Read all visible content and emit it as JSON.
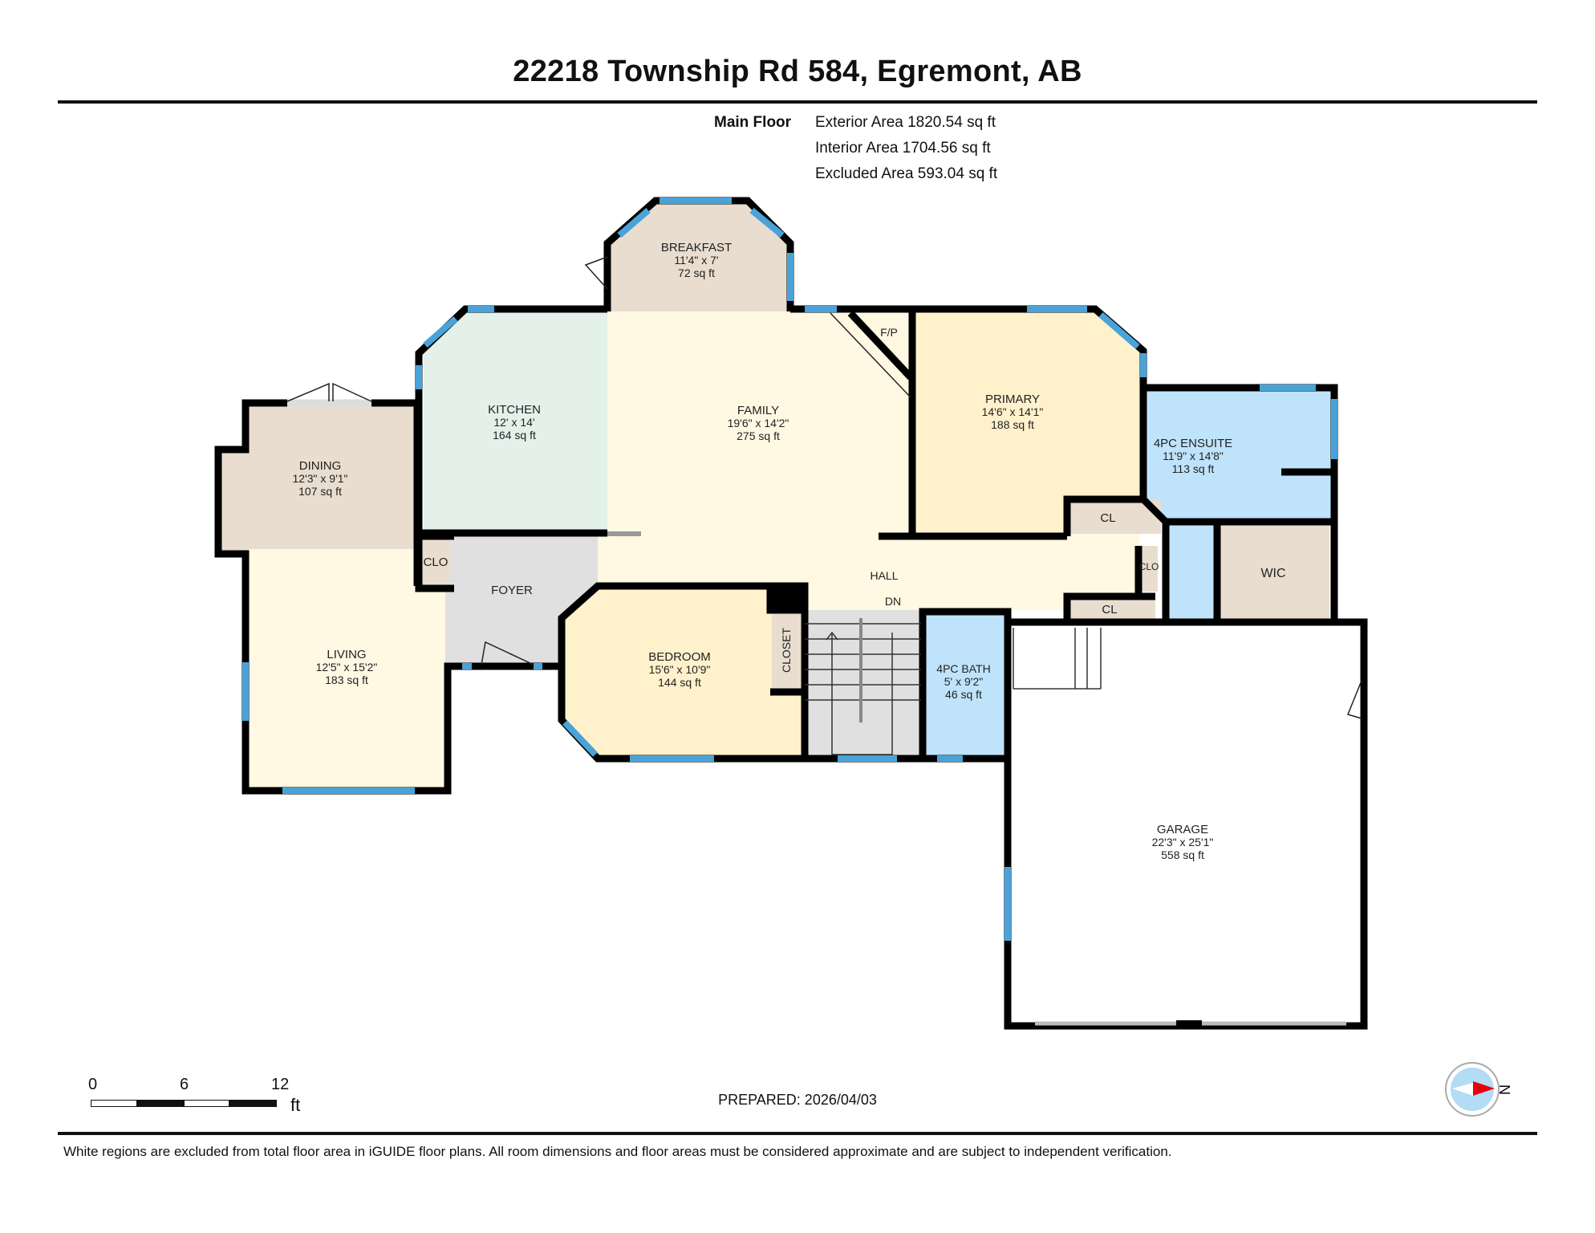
{
  "header": {
    "title": "22218 Township Rd 584, Egremont, AB"
  },
  "summary": {
    "floor_label": "Main Floor",
    "exterior_area": "Exterior Area 1820.54 sq ft",
    "interior_area": "Interior Area 1704.56 sq ft",
    "excluded_area": "Excluded Area 593.04 sq ft"
  },
  "rooms": {
    "breakfast": {
      "name": "BREAKFAST",
      "dims": "11'4\" x 7'",
      "area": "72 sq ft"
    },
    "kitchen": {
      "name": "KITCHEN",
      "dims": "12' x 14'",
      "area": "164 sq ft"
    },
    "family": {
      "name": "FAMILY",
      "dims": "19'6\" x 14'2\"",
      "area": "275 sq ft"
    },
    "fireplace": {
      "name": "F/P"
    },
    "primary": {
      "name": "PRIMARY",
      "dims": "14'6\" x 14'1\"",
      "area": "188 sq ft"
    },
    "ensuite": {
      "name": "4PC ENSUITE",
      "dims": "11'9\" x 14'8\"",
      "area": "113 sq ft"
    },
    "dining": {
      "name": "DINING",
      "dims": "12'3\" x 9'1\"",
      "area": "107 sq ft"
    },
    "living": {
      "name": "LIVING",
      "dims": "12'5\" x 15'2\"",
      "area": "183 sq ft"
    },
    "foyer_closet": {
      "name": "CLO"
    },
    "foyer": {
      "name": "FOYER"
    },
    "hall": {
      "name": "HALL"
    },
    "stairs": {
      "name": "DN"
    },
    "bedroom": {
      "name": "BEDROOM",
      "dims": "15'6\" x 10'9\"",
      "area": "144 sq ft"
    },
    "bedroom_closet": {
      "name": "CLOSET"
    },
    "bath": {
      "name": "4PC BATH",
      "dims": "5' x 9'2\"",
      "area": "46 sq ft"
    },
    "closet_upper": {
      "name": "CL"
    },
    "closet_mid": {
      "name": "CLO"
    },
    "closet_lower": {
      "name": "CL"
    },
    "wic": {
      "name": "WIC"
    },
    "garage": {
      "name": "GARAGE",
      "dims": "22'3\" x 25'1\"",
      "area": "558 sq ft"
    }
  },
  "colors": {
    "wall": "#000000",
    "window": "#4aa3d8",
    "breakfast_fill": "#e8ddcf",
    "kitchen_fill": "#e3f1ea",
    "family_fill": "#fff8e3",
    "primary_fill": "#fff1cc",
    "bath_fill": "#bfe3fb",
    "dining_fill": "#e8ddcf",
    "foyer_fill": "#e0e0e0",
    "closet_fill": "#e8ddcf",
    "compass_needle": "#e8000b",
    "compass_bg": "#b3dcf5"
  },
  "scale_bar": {
    "ticks": [
      "0",
      "6",
      "12"
    ],
    "unit": "ft"
  },
  "compass": {
    "label": "N"
  },
  "footer": {
    "prepared": "PREPARED: 2026/04/03",
    "disclaimer": "White regions are excluded from total floor area in iGUIDE floor plans. All room dimensions and floor areas must be considered approximate and are subject to independent verification."
  }
}
